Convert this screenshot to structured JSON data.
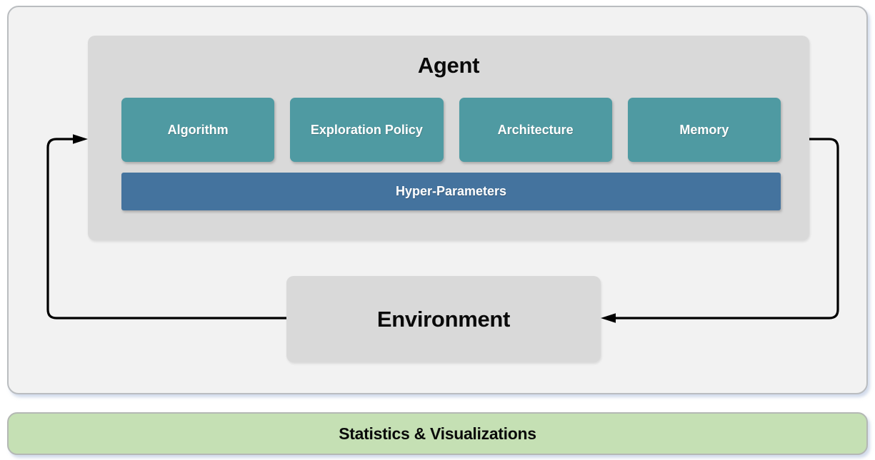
{
  "diagram": {
    "agent_panel": {
      "title": "Agent",
      "modules": [
        {
          "label": "Algorithm"
        },
        {
          "label": "Exploration Policy"
        },
        {
          "label": "Architecture"
        },
        {
          "label": "Memory"
        }
      ],
      "hyper_parameters": {
        "label": "Hyper-Parameters"
      }
    },
    "environment_box": {
      "label": "Environment"
    },
    "footer_bar": {
      "label": "Statistics & Visualizations"
    },
    "arrows": [
      {
        "name": "environment-to-agent"
      },
      {
        "name": "agent-to-environment"
      }
    ],
    "colors": {
      "module_fill": "#4F9AA2",
      "hyper_parameters_fill": "#44739E",
      "panel_fill": "#D9D9D9",
      "outer_panel_fill": "#F2F2F2",
      "footer_fill": "#C5E0B4",
      "arrow_stroke": "#000000",
      "module_text": "#FFFFFF",
      "heading_text": "#000000"
    }
  }
}
